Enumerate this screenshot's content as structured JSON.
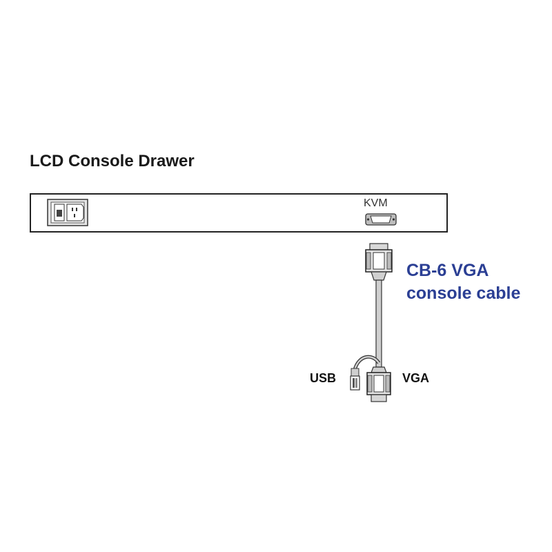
{
  "title": "LCD Console Drawer",
  "port_label": "KVM",
  "cable": {
    "name_line1": "CB-6 VGA",
    "name_line2": "console cable",
    "color": "#2b3f94"
  },
  "connectors": {
    "usb_label": "USB",
    "vga_label": "VGA"
  },
  "icons": [
    "power-inlet-icon",
    "vga-port-icon",
    "vga-connector-icon",
    "usb-connector-icon"
  ]
}
